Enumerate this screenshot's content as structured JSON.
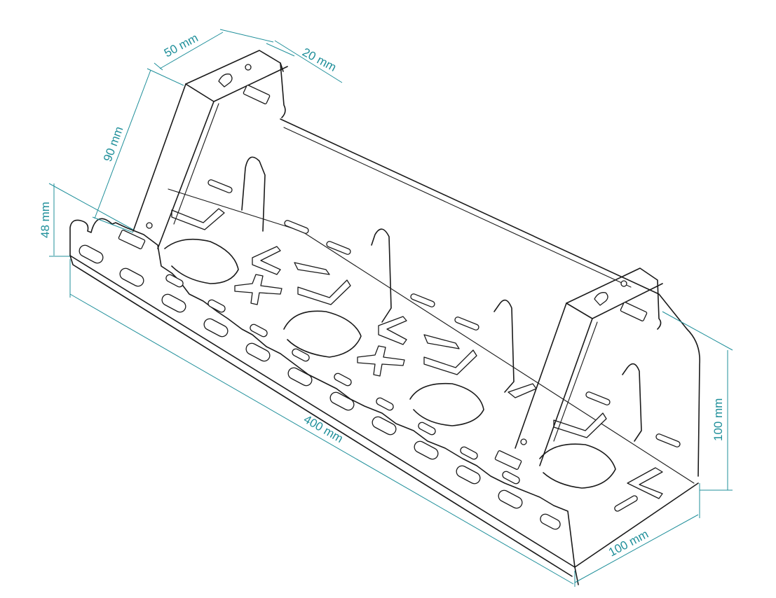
{
  "dimensions": {
    "top_width": "50 mm",
    "top_depth": "20 mm",
    "bracket_height": "90 mm",
    "tray_height": "48 mm",
    "length": "400 mm",
    "overall_height": "100 mm",
    "tray_width": "100 mm"
  },
  "colors": {
    "dimension": "#1f8f9a",
    "outline": "#1a1a1a",
    "background": "#ffffff"
  }
}
